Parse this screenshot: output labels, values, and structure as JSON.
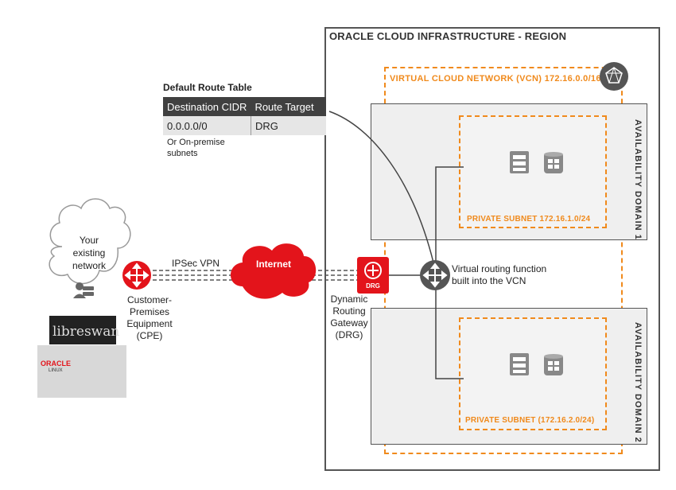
{
  "region": {
    "title": "ORACLE CLOUD INFRASTRUCTURE - REGION"
  },
  "vcn": {
    "title": "VIRTUAL CLOUD NETWORK  (VCN) 172.16.0.0/16"
  },
  "availability_domains": [
    {
      "label": "AVAILABILITY DOMAIN 1",
      "subnet_label": "PRIVATE SUBNET 172.16.1.0/24"
    },
    {
      "label": "AVAILABILITY DOMAIN 2",
      "subnet_label": "PRIVATE SUBNET (172.16.2.0/24)"
    }
  ],
  "route_table": {
    "title": "Default Route Table",
    "headers": [
      "Destination CIDR",
      "Route Target"
    ],
    "rows": [
      [
        "0.0.0.0/0",
        "DRG"
      ]
    ],
    "note": "Or On-premise subnets"
  },
  "on_prem": {
    "cloud_text": "Your existing network",
    "cpe_label": "Customer-Premises Equipment (CPE)"
  },
  "vpn_label": "IPSec VPN",
  "internet_label": "Internet",
  "drg": {
    "badge": "DRG",
    "label": "Dynamic Routing Gateway (DRG)"
  },
  "vrf_label": "Virtual routing function built into the VCN",
  "logos": {
    "libreswan": "libreswan",
    "oracle": "ORACLE",
    "linux": "LINUX"
  },
  "colors": {
    "oracle_red": "#e3141b",
    "vcn_orange": "#f08a1c",
    "router_gray": "#555555"
  }
}
